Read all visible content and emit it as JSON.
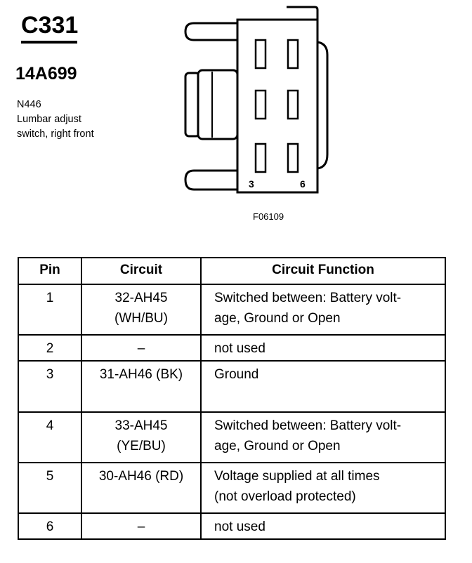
{
  "connector": {
    "id": "C331",
    "part_number": "14A699",
    "description_lines": [
      "N446",
      "Lumbar adjust",
      "switch, right front"
    ]
  },
  "diagram": {
    "pin_labels": [
      "3",
      "6"
    ],
    "figure_code": "F06109"
  },
  "table": {
    "headers": [
      "Pin",
      "Circuit",
      "Circuit Function"
    ],
    "rows": [
      {
        "pin": "1",
        "circuit": [
          "32-AH45",
          "(WH/BU)"
        ],
        "function": [
          "Switched between: Battery volt-",
          "age, Ground or Open"
        ]
      },
      {
        "pin": "2",
        "circuit": [
          "–"
        ],
        "function": [
          "not used"
        ]
      },
      {
        "pin": "3",
        "circuit": [
          "31-AH46 (BK)"
        ],
        "function": [
          "Ground"
        ]
      },
      {
        "pin": "4",
        "circuit": [
          "33-AH45",
          "(YE/BU)"
        ],
        "function": [
          "Switched between: Battery volt-",
          "age, Ground or Open"
        ]
      },
      {
        "pin": "5",
        "circuit": [
          "30-AH46 (RD)"
        ],
        "function": [
          "Voltage supplied at all times",
          "(not overload protected)"
        ]
      },
      {
        "pin": "6",
        "circuit": [
          "–"
        ],
        "function": [
          "not used"
        ]
      }
    ]
  }
}
